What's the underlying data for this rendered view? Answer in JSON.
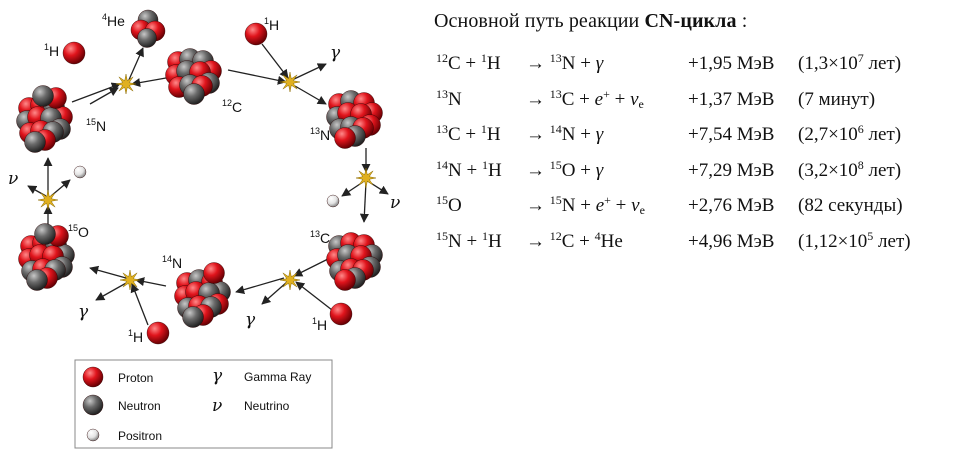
{
  "title": {
    "prefix": "Основной путь реакции ",
    "bold": "CN-цикла",
    "suffix": " :"
  },
  "reactions": [
    {
      "lhs": [
        {
          "sup": "12",
          "t": "C + "
        },
        {
          "sup": "1",
          "t": "H"
        }
      ],
      "rhs": [
        {
          "t": "→ "
        },
        {
          "sup": "13",
          "t": "N + "
        },
        {
          "it": "γ"
        }
      ],
      "energy": "+1,95 МэВ",
      "half": "(1,3×10",
      "half_exp": "7",
      "half_unit": " лет)"
    },
    {
      "lhs": [
        {
          "sup": "13",
          "t": "N"
        }
      ],
      "rhs": [
        {
          "t": "→ "
        },
        {
          "sup": "13",
          "t": "C + "
        },
        {
          "it": "e"
        },
        {
          "sup": "+",
          "t": " + "
        },
        {
          "it": "ν",
          "sub": "e"
        }
      ],
      "energy": "+1,37 МэВ",
      "half": "(7 минут)",
      "half_exp": "",
      "half_unit": ""
    },
    {
      "lhs": [
        {
          "sup": "13",
          "t": "C + "
        },
        {
          "sup": "1",
          "t": "H"
        }
      ],
      "rhs": [
        {
          "t": "→ "
        },
        {
          "sup": "14",
          "t": "N + "
        },
        {
          "it": "γ"
        }
      ],
      "energy": "+7,54 МэВ",
      "half": "(2,7×10",
      "half_exp": "6",
      "half_unit": " лет)"
    },
    {
      "lhs": [
        {
          "sup": "14",
          "t": "N + "
        },
        {
          "sup": "1",
          "t": "H"
        }
      ],
      "rhs": [
        {
          "t": "→ "
        },
        {
          "sup": "15",
          "t": "O + "
        },
        {
          "it": "γ"
        }
      ],
      "energy": "+7,29 МэВ",
      "half": "(3,2×10",
      "half_exp": "8",
      "half_unit": " лет)"
    },
    {
      "lhs": [
        {
          "sup": "15",
          "t": "O"
        }
      ],
      "rhs": [
        {
          "t": "→ "
        },
        {
          "sup": "15",
          "t": "N + "
        },
        {
          "it": "e"
        },
        {
          "sup": "+",
          "t": " + "
        },
        {
          "it": "ν",
          "sub": "e"
        }
      ],
      "energy": "+2,76 МэВ",
      "half": "(82 секунды)",
      "half_exp": "",
      "half_unit": ""
    },
    {
      "lhs": [
        {
          "sup": "15",
          "t": "N + "
        },
        {
          "sup": "1",
          "t": "H"
        }
      ],
      "rhs": [
        {
          "t": "→ "
        },
        {
          "sup": "12",
          "t": "C + "
        },
        {
          "sup": "4",
          "t": "He"
        }
      ],
      "energy": "+4,96 МэВ",
      "half": "(1,12×10",
      "half_exp": "5",
      "half_unit": " лет)"
    }
  ],
  "diagram": {
    "nuclei": [
      {
        "id": "c12",
        "mass": "12",
        "el": "C"
      },
      {
        "id": "n13",
        "mass": "13",
        "el": "N"
      },
      {
        "id": "c13",
        "mass": "13",
        "el": "C"
      },
      {
        "id": "n14",
        "mass": "14",
        "el": "N"
      },
      {
        "id": "o15",
        "mass": "15",
        "el": "O"
      },
      {
        "id": "n15",
        "mass": "15",
        "el": "N"
      }
    ],
    "he4": {
      "mass": "4",
      "el": "He"
    },
    "hydrogen": {
      "mass": "1",
      "el": "H"
    },
    "gamma": "γ",
    "neutrino": "ν"
  },
  "legend": {
    "proton": "Proton",
    "neutron": "Neutron",
    "positron": "Positron",
    "gamma_symbol": "γ",
    "gamma": "Gamma Ray",
    "neutrino_symbol": "ν",
    "neutrino": "Neutrino"
  },
  "colors": {
    "proton": "#e0141c",
    "neutron": "#666666",
    "positron": "#e6e6e6",
    "flash": "#e0b020"
  }
}
